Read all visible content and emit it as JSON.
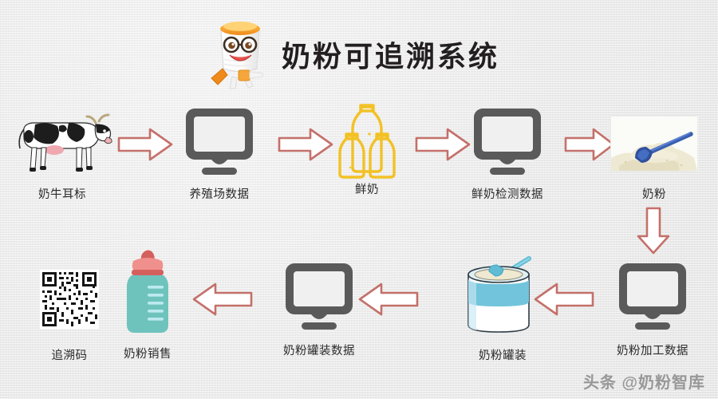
{
  "page": {
    "background_color": "#e9e9e9",
    "title": "奶粉可追溯系统"
  },
  "header": {
    "mascot_icon": "milk-can-mascot-icon",
    "title": "奶粉可追溯系统"
  },
  "colors": {
    "arrow_stroke": "#c4706a",
    "arrow_fill": "#ffffff",
    "monitor": "#5a5a5a",
    "bottle_gold": "#f2c125",
    "can_teal": "#6ec4d4",
    "baby_bottle_teal": "#6fc3bd",
    "baby_bottle_cap": "#e8736e",
    "title_text": "#231f20",
    "label_text": "#2d2d2d",
    "watermark": "#8a8a8a"
  },
  "flow": {
    "row1": [
      {
        "id": "cow-ear-tag",
        "label": "奶牛耳标",
        "icon": "cow-icon"
      },
      {
        "id": "farm-data",
        "label": "养殖场数据",
        "icon": "monitor-icon"
      },
      {
        "id": "fresh-milk",
        "label": "鲜奶",
        "icon": "milk-bottles-icon"
      },
      {
        "id": "milk-test-data",
        "label": "鲜奶检测数据",
        "icon": "monitor-icon"
      },
      {
        "id": "milk-powder",
        "label": "奶粉",
        "icon": "milk-powder-photo"
      }
    ],
    "row2": [
      {
        "id": "traceability-code",
        "label": "追溯码",
        "icon": "qr-code-icon"
      },
      {
        "id": "powder-sales",
        "label": "奶粉销售",
        "icon": "baby-bottle-icon"
      },
      {
        "id": "canning-data",
        "label": "奶粉罐装数据",
        "icon": "monitor-icon"
      },
      {
        "id": "powder-canning",
        "label": "奶粉罐装",
        "icon": "milk-can-icon"
      },
      {
        "id": "powder-processing",
        "label": "奶粉加工数据",
        "icon": "monitor-icon"
      }
    ],
    "arrows": [
      {
        "id": "arrow-1",
        "direction": "right",
        "from": "奶牛耳标",
        "to": "养殖场数据"
      },
      {
        "id": "arrow-2",
        "direction": "right",
        "from": "养殖场数据",
        "to": "鲜奶"
      },
      {
        "id": "arrow-3",
        "direction": "right",
        "from": "鲜奶",
        "to": "鲜奶检测数据"
      },
      {
        "id": "arrow-4",
        "direction": "right",
        "from": "鲜奶检测数据",
        "to": "奶粉"
      },
      {
        "id": "arrow-5",
        "direction": "down",
        "from": "奶粉",
        "to": "奶粉加工数据"
      },
      {
        "id": "arrow-6",
        "direction": "left",
        "from": "奶粉加工数据",
        "to": "奶粉罐装"
      },
      {
        "id": "arrow-7",
        "direction": "left",
        "from": "奶粉罐装",
        "to": "奶粉罐装数据"
      },
      {
        "id": "arrow-8",
        "direction": "left",
        "from": "奶粉罐装数据",
        "to": "奶粉销售"
      },
      {
        "id": "arrow-9",
        "direction": "left",
        "from": "奶粉销售",
        "to": "追溯码"
      }
    ]
  },
  "watermark": {
    "platform": "头条",
    "handle": "@奶粉智库",
    "full": "头条 @奶粉智库"
  }
}
